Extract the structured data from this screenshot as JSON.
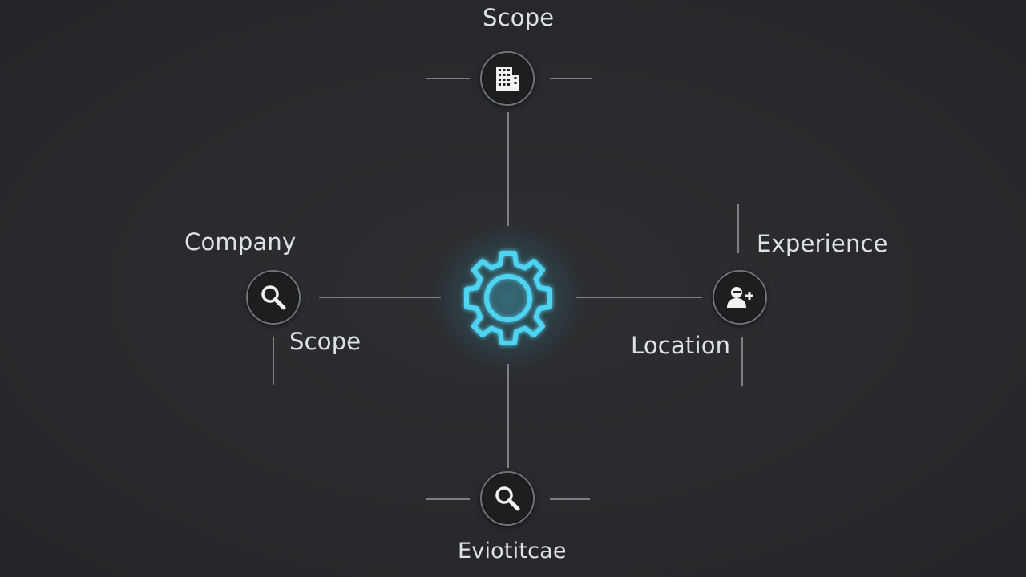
{
  "diagram": {
    "labels": {
      "top": "Scope",
      "left_upper": "Company",
      "left_lower": "Scope",
      "right_upper": "Experience",
      "right_lower": "Location",
      "bottom": "Eviotitcae"
    },
    "icons": {
      "hub": "gear-icon",
      "top": "building-icon",
      "left": "search-icon",
      "right": "user-add-icon",
      "bottom": "search-icon"
    },
    "colors": {
      "background": "#27292c",
      "hub_accent": "#3cc8eb",
      "connector": "#8b8f94",
      "node_fill": "#1c1e20",
      "text": "#dfe2e5"
    }
  }
}
